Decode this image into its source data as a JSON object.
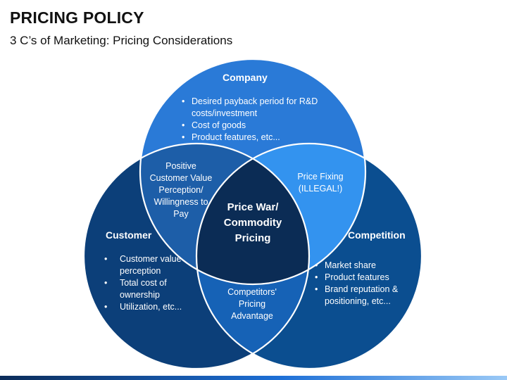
{
  "header": {
    "title": "PRICING POLICY",
    "subtitle": "3 C’s of Marketing: Pricing Considerations"
  },
  "colors": {
    "company": "#2a7ad7",
    "customer": "#0c3f79",
    "competition": "#0b4e90",
    "company_customer": "#1d5ea8",
    "company_competition": "#3393ef",
    "customer_competition": "#1662b6",
    "center": "#0b2c55",
    "outline": "#ffffff"
  },
  "circles": {
    "company": {
      "heading": "Company",
      "bullets": [
        "Desired payback period for R&D costs/investment",
        "Cost of goods",
        "Product features, etc..."
      ]
    },
    "customer": {
      "heading": "Customer",
      "bullets": [
        "Customer value perception",
        "Total cost of ownership",
        "Utilization, etc..."
      ]
    },
    "competition": {
      "heading": "Competition",
      "bullets": [
        "Market share",
        "Product features",
        "Brand reputation & positioning, etc..."
      ]
    }
  },
  "overlaps": {
    "company_customer": "Positive Customer Value Perception/ Willingness to Pay",
    "company_competition": "Price Fixing (ILLEGAL!)",
    "customer_competition": "Competitors' Pricing Advantage",
    "center": "Price War/ Commodity Pricing"
  }
}
